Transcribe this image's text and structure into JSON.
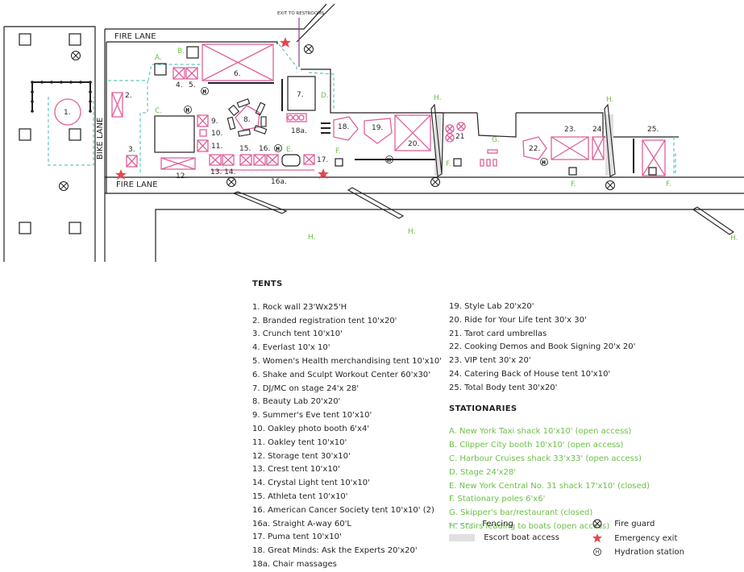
{
  "map": {
    "top_note": "EXIT TO RESTROOMS",
    "fire_lane": "FIRE LANE",
    "bike_lane": "BIKE LANE",
    "labels_black": [
      "1.",
      "2.",
      "3.",
      "4.",
      "5.",
      "6.",
      "7.",
      "8.",
      "9.",
      "10.",
      "11.",
      "12.",
      "13. 14.",
      "15.",
      "16.",
      "16a.",
      "17.",
      "18.",
      "18a.",
      "19.",
      "20.",
      "21",
      "22.",
      "23.",
      "24.",
      "25."
    ],
    "labels_green": [
      "A.",
      "B.",
      "C.",
      "D.",
      "E.",
      "F.",
      "G.",
      "H."
    ],
    "hydration_glyph": "H"
  },
  "tents": {
    "heading": "TENTS",
    "col1": [
      "1. Rock wall 23'Wx25'H",
      "2. Branded registration tent 10'x20'",
      "3. Crunch tent 10'x10'",
      "4. Everlast 10'x 10'",
      "5. Women's Health merchandising tent 10'x10'",
      "6. Shake and Sculpt Workout Center 60'x30'",
      "7. DJ/MC on stage 24'x 28'",
      "8. Beauty Lab 20'x20'",
      "9. Summer's Eve tent 10'x10'",
      "10. Oakley photo booth 6'x4'",
      "11. Oakley tent 10'x10'",
      "12. Storage tent 30'x10'",
      "13. Crest tent 10'x10'",
      "14. Crystal Light tent 10'x10'",
      "15. Athleta tent 10'x10'",
      "16. American Cancer Society tent 10'x10' (2)",
      "16a. Straight A-way 60'L",
      "17. Puma tent 10'x10'",
      "18. Great Minds: Ask the Experts 20'x20'",
      "18a. Chair massages"
    ],
    "col2": [
      "19. Style Lab 20'x20'",
      "20. Ride for Your Life tent 30'x 30'",
      "21. Tarot card umbrellas",
      "22. Cooking Demos and Book Signing 20'x 20'",
      "23. VIP tent 30'x 20'",
      "24. Catering Back of House tent 10'x10'",
      "25. Total Body tent 30'x20'"
    ]
  },
  "stationaries": {
    "heading": "STATIONARIES",
    "items": [
      "A. New York Taxi shack 10'x10' (open access)",
      "B. Clipper City booth 10'x10' (open access)",
      "C. Harbour Cruises shack 33'x33' (open access)",
      "D. Stage 24'x28'",
      "E. New York Central No. 31 shack 17'x10' (closed)",
      "F. Stationary poles 6'x6'",
      "G. Skipper's bar/restaurant (closed)",
      "H. Stairs leading to boats (open access)"
    ]
  },
  "key": {
    "fencing": "Fencing",
    "escort": "Escort boat access",
    "fire_guard": "Fire guard",
    "emergency_exit": "Emergency exit",
    "hydration": "Hydration station"
  },
  "colors": {
    "pink": "#e0609a",
    "green": "#6cbf47",
    "fence": "#5fc7c2",
    "red_star": "#e2484d",
    "escort_gray": "#e0e0e0"
  }
}
